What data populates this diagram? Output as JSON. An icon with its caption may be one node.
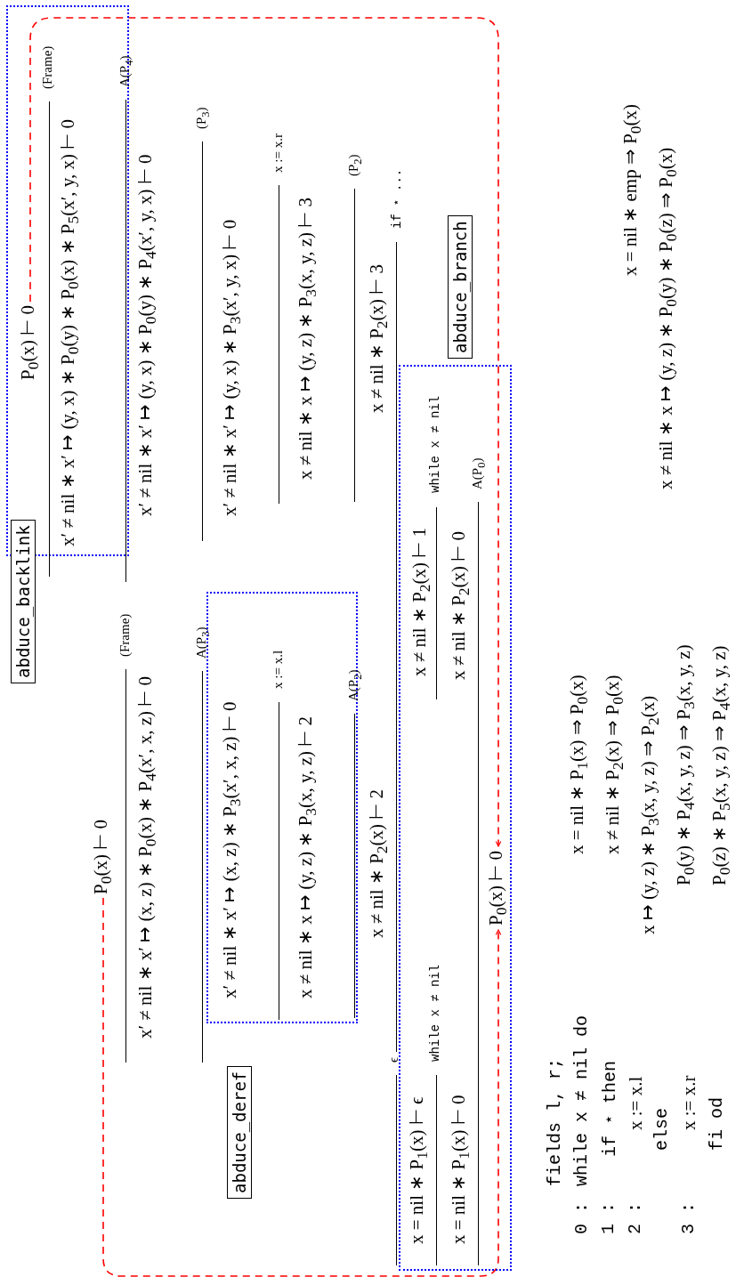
{
  "diagram": {
    "nodes": [
      {
        "text": [
          "abduce_backlink"
        ]
      },
      {
        "text": [
          "P$_{0}$(x) ⊢ 0"
        ],
        "in": 0
      },
      {
        "text": [
          "x′ ≠ nil ∗ x′ ↦ (y, x) ∗ P$_{0}$(y) ∗ P$_{0}$(x) ∗ P$_{5}$(x′, y, x) ⊢ 0"
        ],
        "in": 0
      },
      {
        "text": [
          "P$_{0}$(x) ⊢ 0"
        ]
      },
      {
        "text": [
          "x′ ≠ nil ∗ x′ ↦ (x, z) ∗ P$_{0}$(x) ∗ P$_{4}$(x′, x, z) ⊢ 0"
        ]
      },
      {
        "text": [
          "x′ ≠ nil ∗ x′ ↦ (y, x) ∗ P$_{0}$(y) ∗ P$_{4}$(x′, y, x) ⊢ 0"
        ]
      },
      {
        "text": [
          "abduce_deref"
        ]
      },
      {
        "text": [
          "x′ ≠ nil ∗ x′ ↦ (x, z) ∗ P$_{3}$(x′, x, z) ⊢ 0"
        ],
        "in": 6
      },
      {
        "text": [
          "x′ ≠ nil ∗ x′ ↦ (y, x) ∗ P$_{3}$(x′, y, x) ⊢ 0"
        ]
      },
      {
        "text": [
          "x ≠ nil ∗ x ↦ (y, z) ∗ P$_{3}$(x, y, z) ⊢ 2"
        ],
        "in": 6
      },
      {
        "text": [
          "x ≠ nil ∗ x ↦ (y, z) ∗ P$_{3}$(x, y, z) ⊢ 3"
        ]
      },
      {
        "text": [
          "x ≠ nil ∗ P$_{2}$(x) ⊢ 2"
        ]
      },
      {
        "text": [
          "x ≠ nil ∗ P$_{2}$(x) ⊢ 3"
        ]
      },
      {
        "text": [
          "abduce_branch"
        ]
      },
      {
        "text": [
          "x = nil ∗ P$_{1}$(x) ⊢ ϵ"
        ],
        "in": 13
      },
      {
        "text": [
          "x ≠ nil ∗ P$_{2}$(x) ⊢ 1"
        ],
        "in": 13
      },
      {
        "text": [
          "x = nil ∗ P$_{1}$(x) ⊢ 0"
        ],
        "in": 13
      },
      {
        "text": [
          "x ≠ nil ∗ P$_{2}$(x) ⊢ 0"
        ],
        "in": 13
      },
      {
        "text": [
          "P$_{0}$(x) ⊢ 0"
        ],
        "in": 13
      }
    ],
    "edges": [
      {
        "from": 1,
        "to": 18,
        "arrow": "to",
        "style": "dashed",
        "color": "#ff0000"
      },
      {
        "from": 3,
        "to": 18,
        "arrow": "to",
        "style": "dashed",
        "color": "#ff0000"
      }
    ],
    "labels": [
      "(Frame)",
      "(Frame)",
      "A(P$_{4}$)",
      "A(P$_{3}$)",
      "(P$_{3}$)",
      "x := x.l",
      "x := x.r",
      "A(P$_{2}$)",
      "(P$_{2}$)",
      "ϵ",
      "if ⋆ ...",
      "while x ≠ nil",
      "while x ≠ nil",
      "A(P$_{0}$)",
      "fields l, r;",
      "0 :",
      "while x ≠ nil do",
      "1 :",
      "if ⋆ then",
      "2 :",
      "x := x.l",
      "else",
      "3 :",
      "x := x.r",
      "fi od",
      "x = nil ∗ P$_{1}$(x) ⇒ P$_{0}$(x)",
      "x ≠ nil ∗ P$_{2}$(x) ⇒ P$_{0}$(x)",
      "x ↦ (y, z) ∗ P$_{3}$(x, y, z) ⇒ P$_{2}$(x)",
      "P$_{0}$(y) ∗ P$_{4}$(x, y, z) ⇒ P$_{3}$(x, y, z)",
      "P$_{0}$(z) ∗ P$_{5}$(x, y, z) ⇒ P$_{4}$(x, y, z)",
      "x = nil ∗ emp ⇒ P$_{0}$(x)",
      "x ≠ nil ∗ x ↦ (y, z) ∗ P$_{0}$(y) ∗ P$_{0}$(z) ⇒ P$_{0}$(x)"
    ]
  }
}
